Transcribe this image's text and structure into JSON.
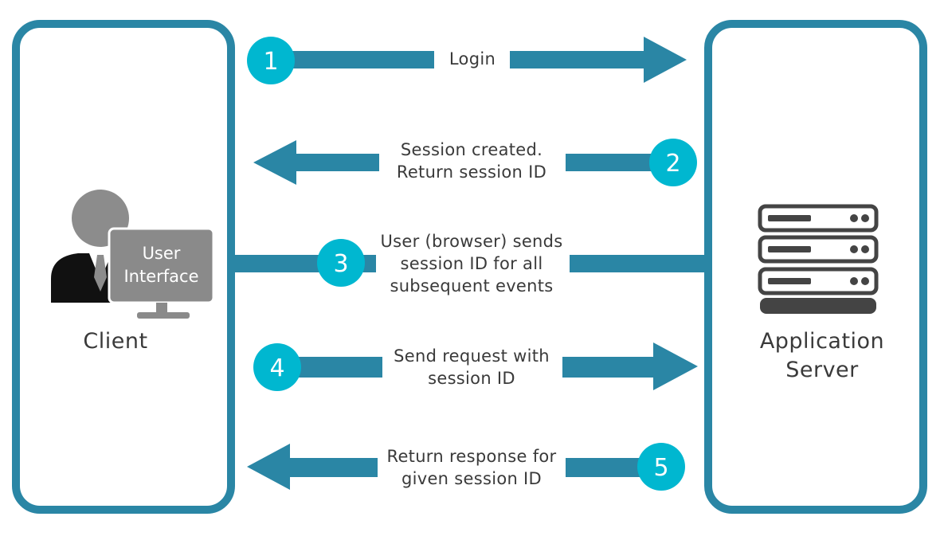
{
  "client": {
    "title": "Client",
    "user_interface": [
      "User",
      "Interface"
    ]
  },
  "server": {
    "title": [
      "Application",
      "Server"
    ]
  },
  "steps": [
    {
      "number": "1",
      "label": [
        "Login"
      ],
      "direction": "to-server"
    },
    {
      "number": "2",
      "label": [
        "Session created.",
        "Return session ID"
      ],
      "direction": "to-client"
    },
    {
      "number": "3",
      "label": [
        "User (browser) sends",
        "session ID for all",
        "subsequent events"
      ],
      "direction": "both"
    },
    {
      "number": "4",
      "label": [
        "Send request with",
        "session ID"
      ],
      "direction": "to-server"
    },
    {
      "number": "5",
      "label": [
        "Return response for",
        "given session ID"
      ],
      "direction": "to-client"
    }
  ],
  "colors": {
    "frame": "#2a86a5",
    "arrow": "#2a86a5",
    "badge": "#00b7d0",
    "person": "#8c8c8c",
    "suit": "#111111",
    "monitor": "#8a8a8a",
    "server": "#444444"
  },
  "icons": [
    "user-icon",
    "monitor-icon",
    "server-rack-icon"
  ]
}
